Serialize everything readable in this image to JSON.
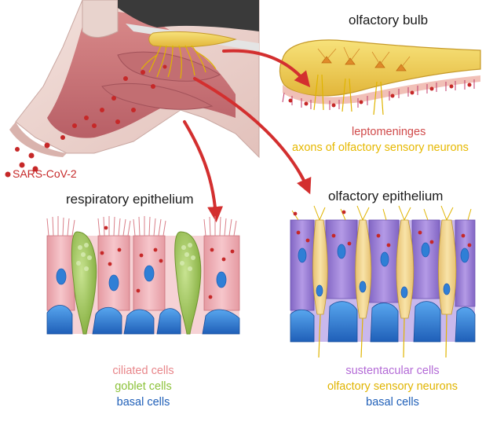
{
  "labels": {
    "olfactory_bulb": "olfactory bulb",
    "leptomeninges": "leptomeninges",
    "axons": "axons of olfactory sensory neurons",
    "sars": "SARS-CoV-2",
    "respiratory_epithelium": "respiratory epithelium",
    "olfactory_epithelium": "olfactory epithelium"
  },
  "respiratory_legend": [
    "ciliated cells",
    "goblet cells",
    "basal cells"
  ],
  "olfactory_legend": [
    "sustentacular cells",
    "olfactory sensory neurons",
    "basal cells"
  ],
  "colors": {
    "virus": "#c62828",
    "arrow": "#d32f2f",
    "ciliated": "#f2b3b8",
    "goblet": "#9cc45a",
    "basal": "#2f7fd6",
    "sustentacular": "#9b7fd4",
    "osn": "#f0d28a",
    "bulb": "#f2c94c"
  }
}
